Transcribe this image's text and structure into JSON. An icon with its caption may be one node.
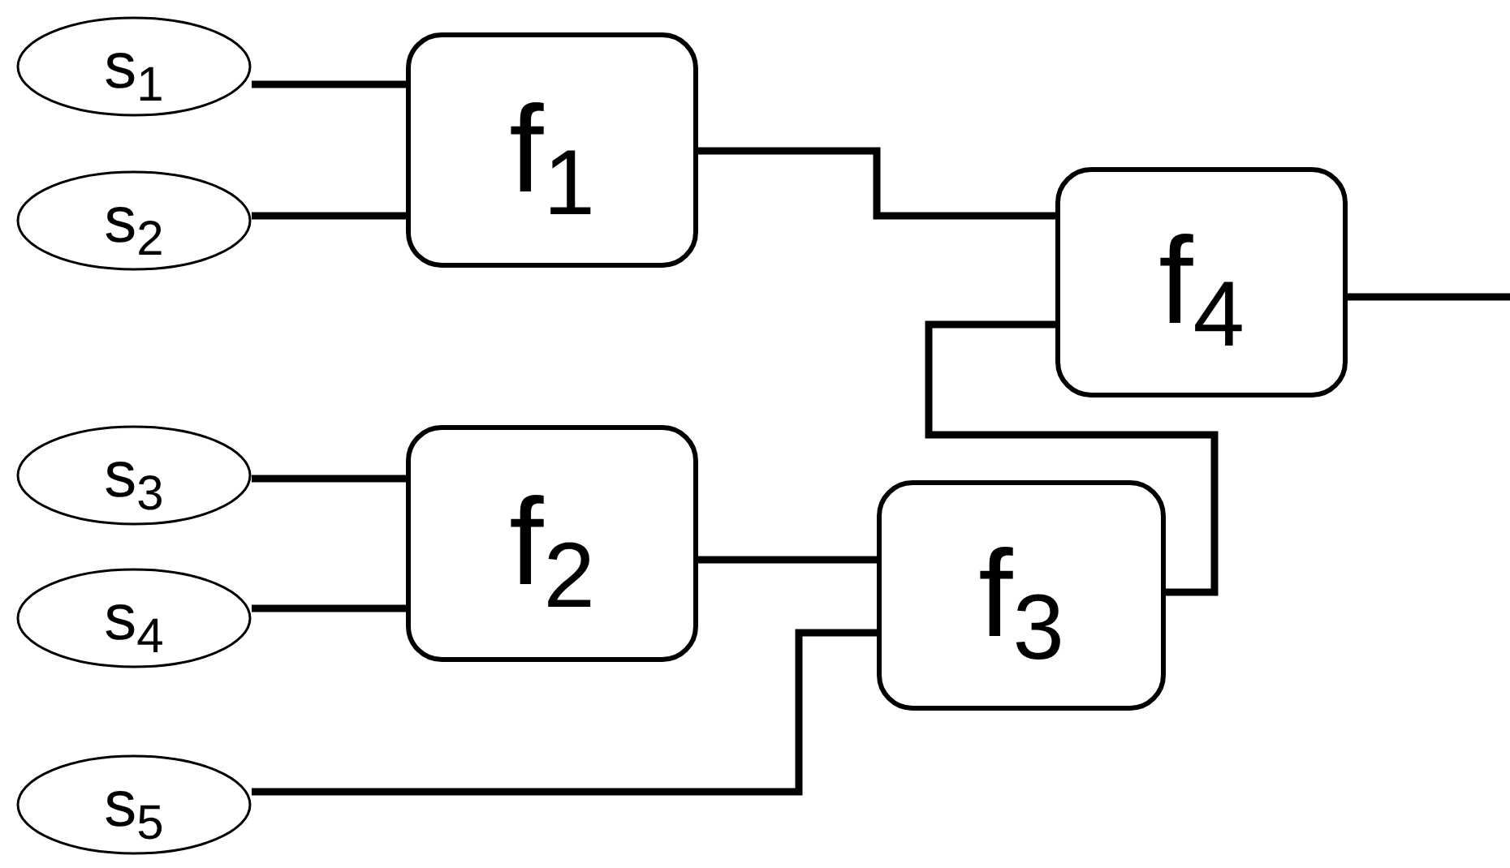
{
  "diagram": {
    "nodes": [
      {
        "text": [
          "s$_{1}$"
        ]
      },
      {
        "text": [
          "s$_{2}$"
        ]
      },
      {
        "text": [
          "f$_{1}$"
        ]
      },
      {
        "text": [
          "f$_{4}$"
        ]
      },
      {
        "text": [
          "s$_{3}$"
        ]
      },
      {
        "text": [
          "s$_{4}$"
        ]
      },
      {
        "text": [
          "f$_{2}$"
        ]
      },
      {
        "text": [
          "f$_{3}$"
        ]
      },
      {
        "text": [
          "s$_{5}$"
        ]
      }
    ],
    "edges": [
      {
        "from": 0,
        "to": 2,
        "arrow": "none"
      },
      {
        "from": 1,
        "to": 2,
        "arrow": "none"
      },
      {
        "from": 2,
        "to": 3,
        "arrow": "none"
      },
      {
        "from": 4,
        "to": 6,
        "arrow": "none"
      },
      {
        "from": 5,
        "to": 6,
        "arrow": "none"
      },
      {
        "from": 6,
        "to": 7,
        "arrow": "none"
      },
      {
        "from": 8,
        "to": 7,
        "arrow": "none"
      },
      {
        "from": 7,
        "to": 3,
        "arrow": "none"
      },
      {
        "from": 3,
        "to": null,
        "arrow": "none"
      }
    ]
  }
}
